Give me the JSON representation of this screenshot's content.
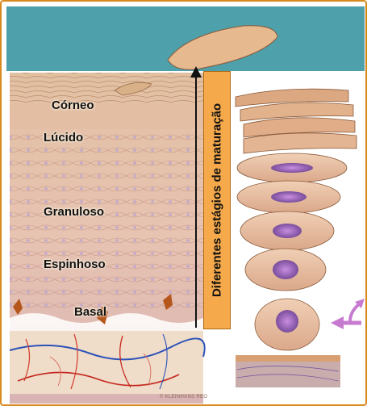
{
  "diagram": {
    "layers": [
      {
        "key": "corneo",
        "label": "Córneo"
      },
      {
        "key": "lucido",
        "label": "Lúcido"
      },
      {
        "key": "granuloso",
        "label": "Granuloso"
      },
      {
        "key": "espinhoso",
        "label": "Espinhoso"
      },
      {
        "key": "basal",
        "label": "Basal"
      }
    ],
    "maturation_label": "Diferentes estágios de maturação",
    "credit": "© KLEINHANS REO"
  },
  "colors": {
    "frame": "#d98a1f",
    "label_box": "#f5a94a",
    "cell_nucleus": "#8a5fa8",
    "tissue": "#e8c2a6",
    "dermis": "#f1e0cf",
    "arrow": "#c77bd0"
  }
}
